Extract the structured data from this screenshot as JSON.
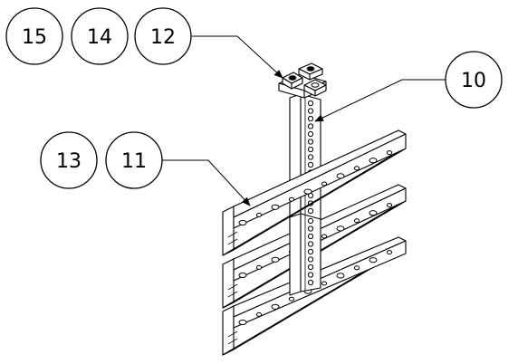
{
  "balloons": [
    {
      "label": "15"
    },
    {
      "label": "14"
    },
    {
      "label": "12"
    },
    {
      "label": "10"
    },
    {
      "label": "13"
    },
    {
      "label": "11"
    }
  ],
  "colors": {
    "line": "#000000",
    "background": "#ffffff"
  }
}
